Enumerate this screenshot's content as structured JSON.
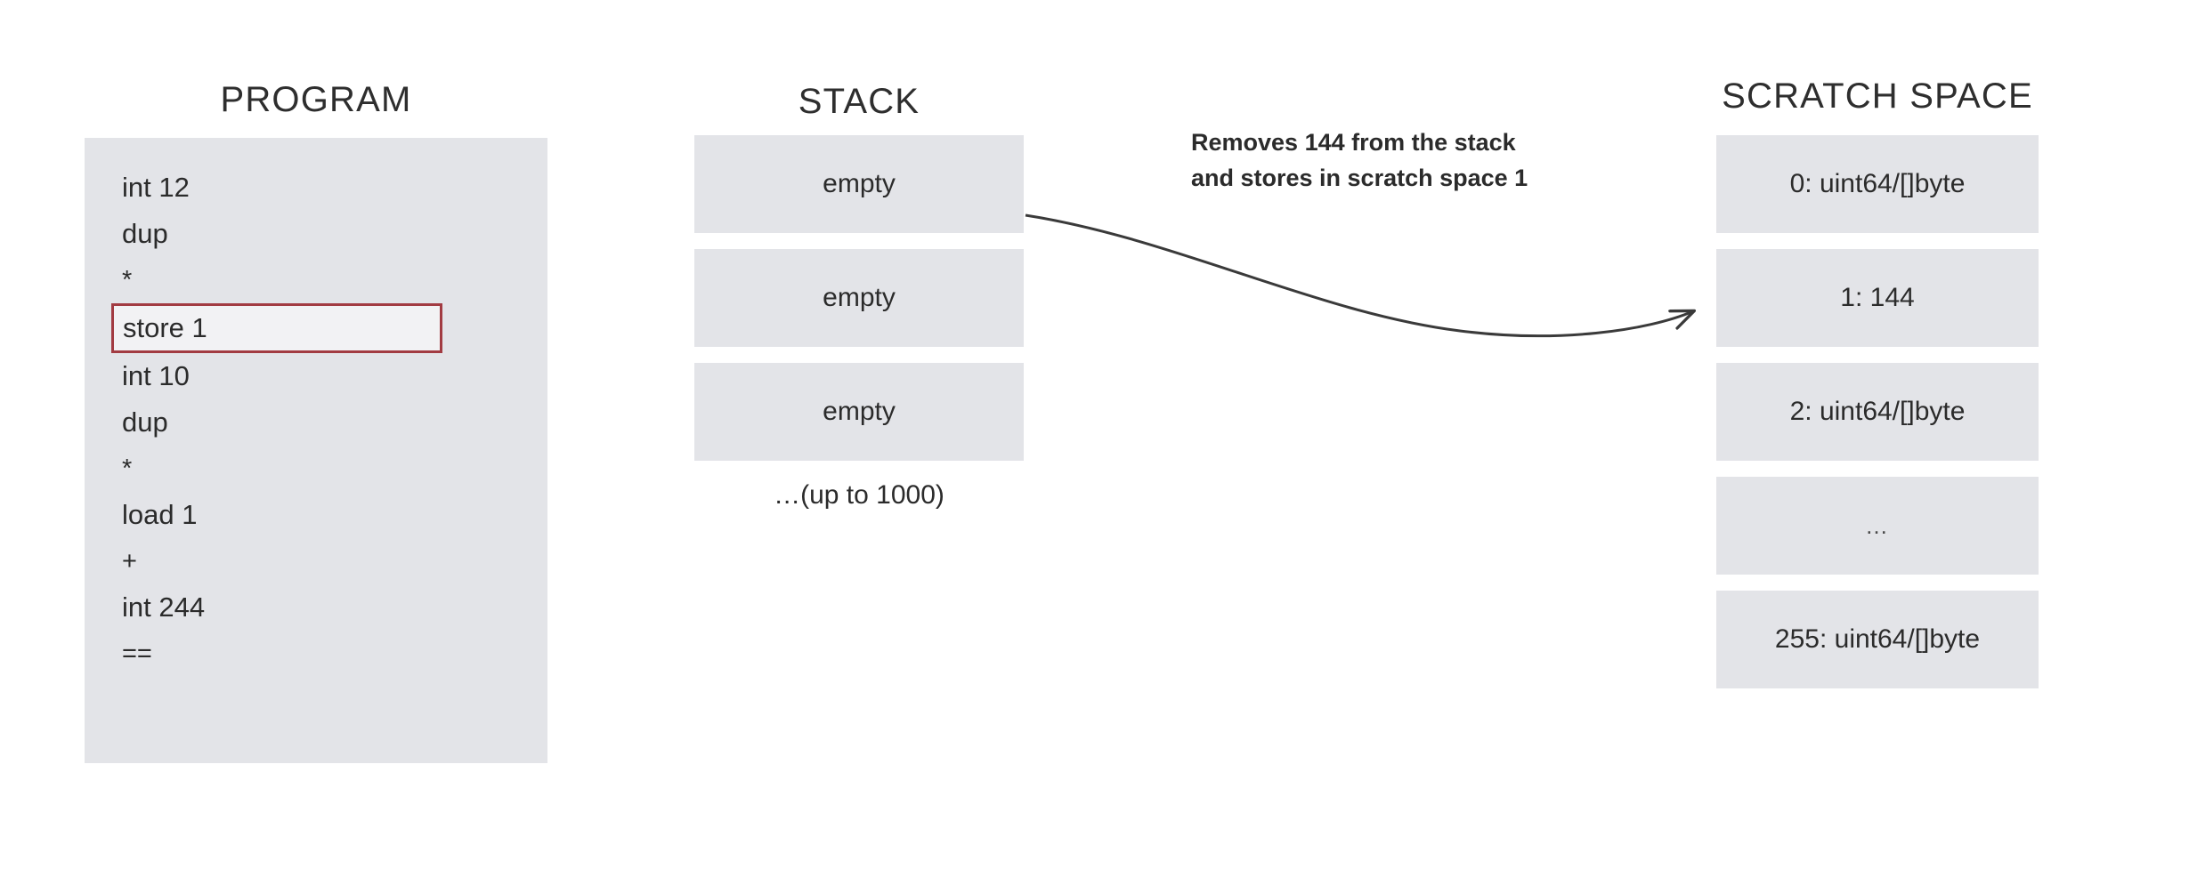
{
  "program": {
    "heading": "PROGRAM",
    "lines": [
      {
        "text": "int 12",
        "highlighted": false,
        "symbol": false
      },
      {
        "text": "dup",
        "highlighted": false,
        "symbol": false
      },
      {
        "text": "*",
        "highlighted": false,
        "symbol": true
      },
      {
        "text": "store 1",
        "highlighted": true,
        "symbol": false
      },
      {
        "text": "int 10",
        "highlighted": false,
        "symbol": false
      },
      {
        "text": "dup",
        "highlighted": false,
        "symbol": false
      },
      {
        "text": "*",
        "highlighted": false,
        "symbol": true
      },
      {
        "text": "load 1",
        "highlighted": false,
        "symbol": false
      },
      {
        "text": "+",
        "highlighted": false,
        "symbol": true
      },
      {
        "text": "int 244",
        "highlighted": false,
        "symbol": false
      },
      {
        "text": "==",
        "highlighted": false,
        "symbol": true
      }
    ],
    "highlight_color": "#a23b42"
  },
  "stack": {
    "heading": "STACK",
    "slots": [
      {
        "label": "empty"
      },
      {
        "label": "empty"
      },
      {
        "label": "empty"
      }
    ],
    "more_label": "…(up to 1000)"
  },
  "scratch_space": {
    "heading": "SCRATCH SPACE",
    "slots": [
      {
        "label": "0: uint64/[]byte"
      },
      {
        "label": "1: 144"
      },
      {
        "label": "2: uint64/[]byte"
      },
      {
        "label": "…"
      },
      {
        "label": "255: uint64/[]byte"
      }
    ]
  },
  "annotation": {
    "line1": "Removes 144 from the stack",
    "line2": "and stores in scratch space 1"
  },
  "colors": {
    "panel_gray": "#e3e4e8",
    "text": "#2b2b2b",
    "highlight_red": "#a23b42",
    "arrow": "#3a3a3a",
    "background": "#ffffff"
  }
}
